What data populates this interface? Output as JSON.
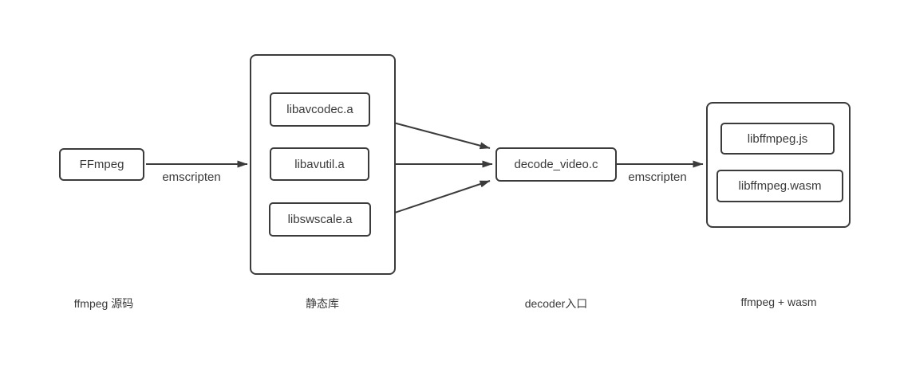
{
  "diagram": {
    "nodes": {
      "ffmpeg": {
        "label": "FFmpeg"
      },
      "libavcodec": {
        "label": "libavcodec.a"
      },
      "libavutil": {
        "label": "libavutil.a"
      },
      "libswscale": {
        "label": "libswscale.a"
      },
      "decode_video": {
        "label": "decode_video.c"
      },
      "libffmpeg_js": {
        "label": "libffmpeg.js"
      },
      "libffmpeg_wasm": {
        "label": "libffmpeg.wasm"
      }
    },
    "edges": {
      "ffmpeg_to_libs": {
        "label": "emscripten"
      },
      "decode_to_output": {
        "label": "emscripten"
      }
    },
    "captions": {
      "source": "ffmpeg 源码",
      "static_libs": "静态库",
      "decoder_entry": "decoder入口",
      "output": "ffmpeg + wasm"
    },
    "colors": {
      "stroke": "#3b3b3b",
      "text": "#3a3a3a",
      "background": "#ffffff"
    }
  }
}
